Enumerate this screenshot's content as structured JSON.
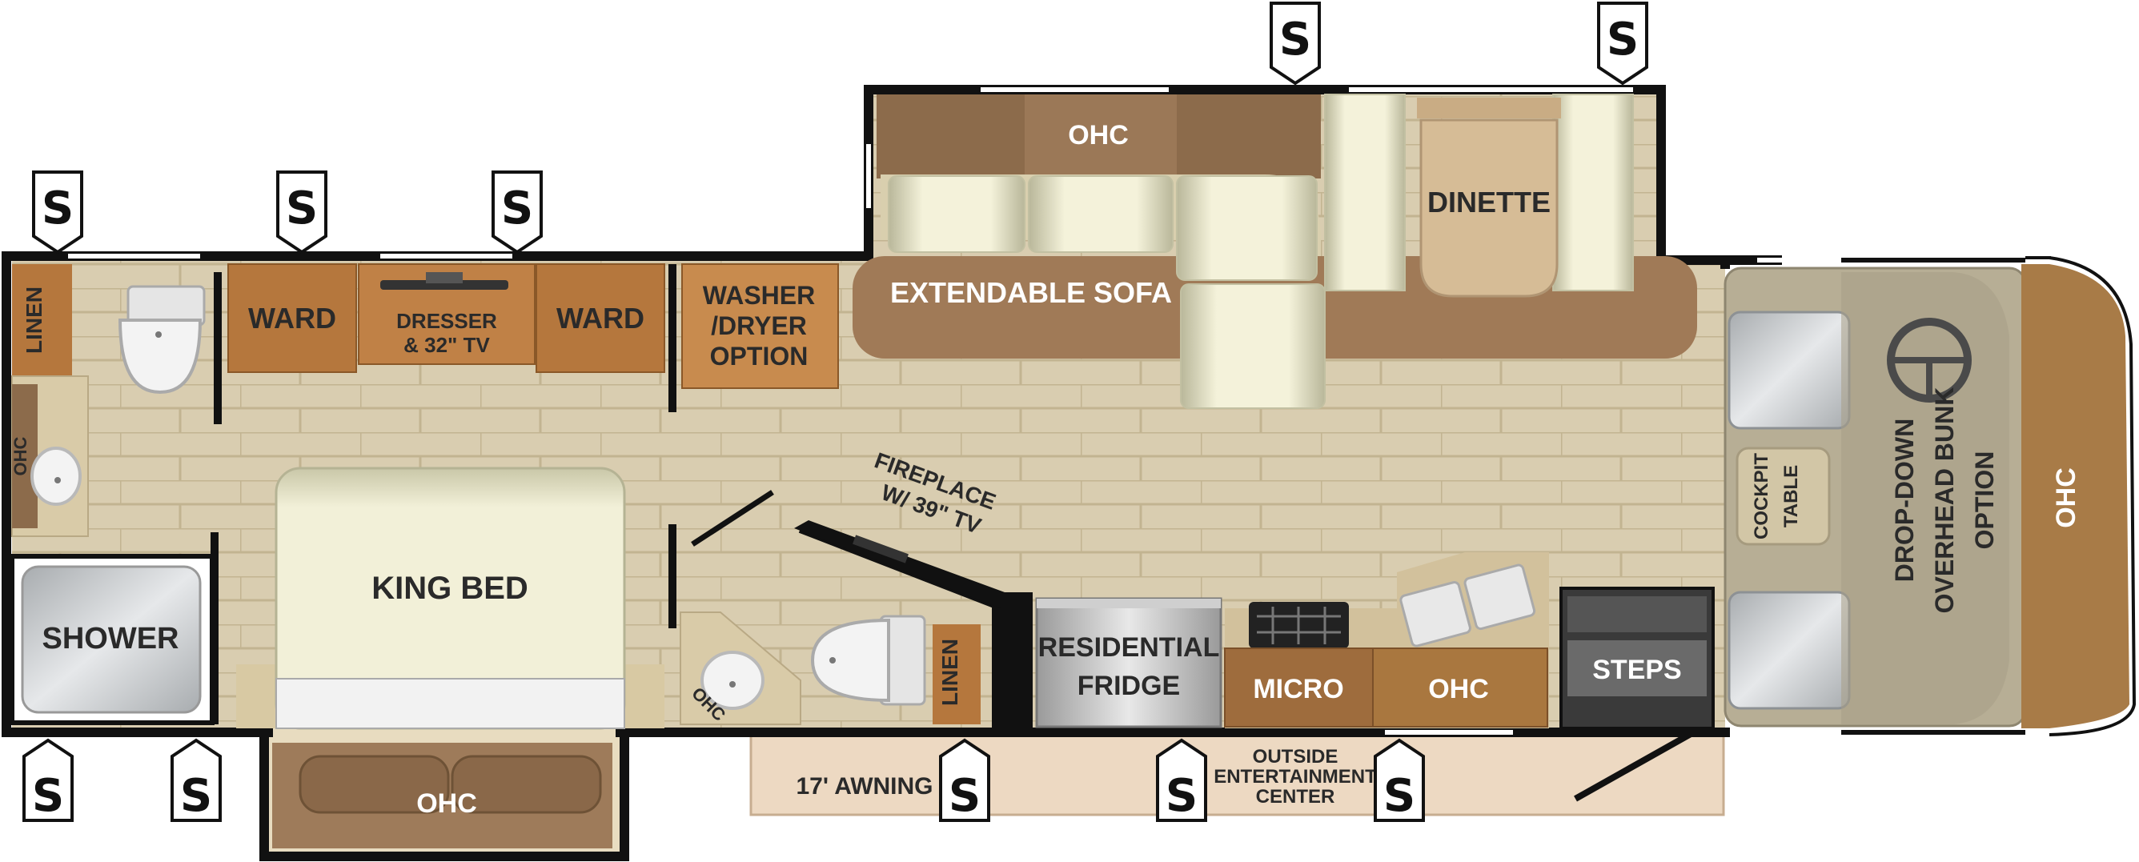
{
  "labels": {
    "linen_bath": "LINEN",
    "ohc_bath": "OHC",
    "shower": "SHOWER",
    "ward_left": "WARD",
    "dresser_line1": "DRESSER",
    "dresser_line2": "& 32\" TV",
    "ward_right": "WARD",
    "washer_line1": "WASHER",
    "washer_line2": "/DRYER",
    "washer_line3": "OPTION",
    "king_bed": "KING BED",
    "ohc_bed": "OHC",
    "ohc_slide_top": "OHC",
    "extendable_sofa": "EXTENDABLE SOFA",
    "dinette": "DINETTE",
    "fireplace_line1": "FIREPLACE",
    "fireplace_line2": "W/ 39\" TV",
    "ohc_half_bath": "OHC",
    "linen_half_bath": "LINEN",
    "fridge_line1": "RESIDENTIAL",
    "fridge_line2": "FRIDGE",
    "micro": "MICRO",
    "ohc_kitchen": "OHC",
    "steps": "STEPS",
    "cockpit_line1": "COCKPIT",
    "cockpit_line2": "TABLE",
    "bunk_line1": "DROP-DOWN",
    "bunk_line2": "OVERHEAD BUNK",
    "bunk_line3": "OPTION",
    "ohc_front": "OHC",
    "awning": "17' AWNING",
    "outside_line1": "OUTSIDE",
    "outside_line2": "ENTERTAINMENT",
    "outside_line3": "CENTER"
  },
  "slide_marker": "S",
  "colors": {
    "floor": "#d9cdb0",
    "tile_line": "#c2b491",
    "wall": "#111111",
    "cabinet": "#b5773d",
    "cabinet_light": "#d39a5a",
    "upholstery": "#eceacc",
    "sofa_base": "#a07a57",
    "ohc_dark": "#8c6b4b",
    "awning": "#edd9c2",
    "cockpit": "#b7ae95",
    "front_cap": "#a87b47"
  }
}
